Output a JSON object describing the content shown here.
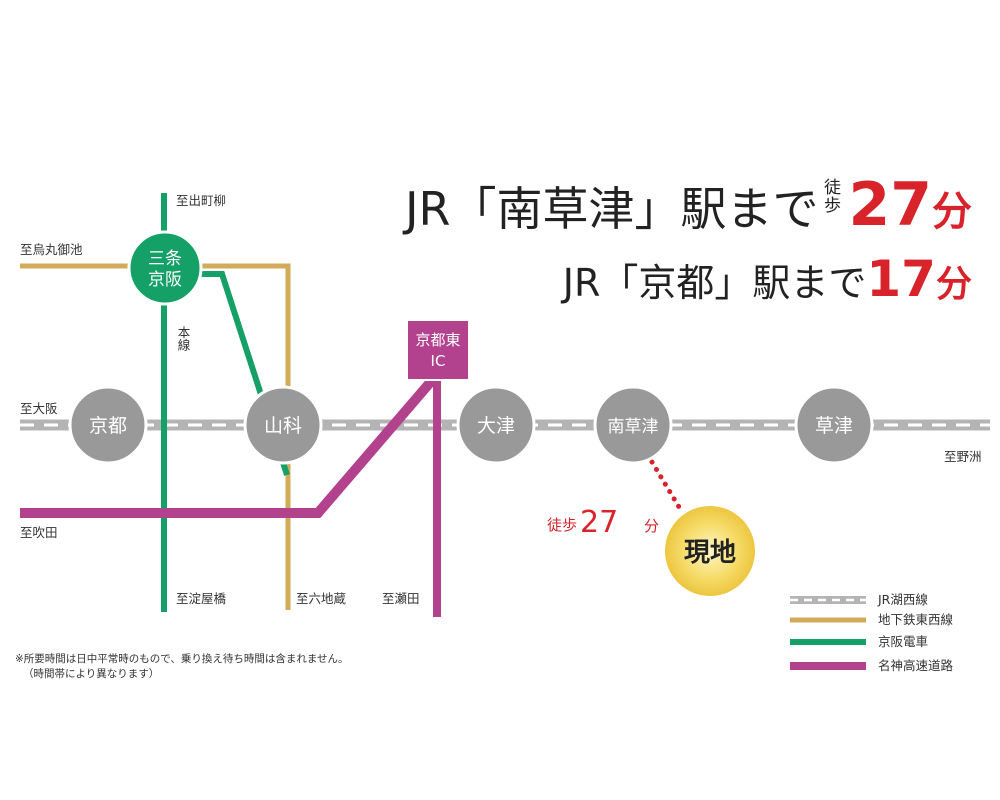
{
  "headline": {
    "line1": {
      "prefix": "JR「南草津」駅まで",
      "walk": "徒歩",
      "number": "27",
      "unit": "分"
    },
    "line2": {
      "prefix": "JR「京都」駅まで",
      "number": "17",
      "unit": "分"
    }
  },
  "stations": {
    "sanjo_keihan": [
      "三条",
      "京阪"
    ],
    "kyoto": "京都",
    "yamashina": "山科",
    "otsu": "大津",
    "minami_kusatsu": "南草津",
    "kusatsu": "草津",
    "kyoto_higashi_ic": [
      "京都東",
      "IC"
    ]
  },
  "directions": {
    "demachiyanagi": "至出町柳",
    "karasuma_oike": "至烏丸御池",
    "osaka": "至大阪",
    "suita": "至吹田",
    "yodoyabashi": "至淀屋橋",
    "rokujizo": "至六地蔵",
    "seta": "至瀬田",
    "yasu": "至野洲"
  },
  "keihan_main_line": "本線",
  "walk": {
    "label": "徒歩",
    "number": "27",
    "unit": "分"
  },
  "site_label": "現地",
  "legend": [
    {
      "label": "JR湖西線",
      "style": "jr"
    },
    {
      "label": "地下鉄東西線",
      "color": "#d2ab5a"
    },
    {
      "label": "京阪電車",
      "color": "#14a066"
    },
    {
      "label": "名神高速道路",
      "color": "#b2418e"
    }
  ],
  "note": [
    "※所要時間は日中平常時のもので、乗り換え待ち時間は含まれません。",
    "（時間帯により異なります）"
  ],
  "colors": {
    "jr": "#b4b4b4",
    "subway": "#d2ab5a",
    "keihan": "#14a066",
    "meishin": "#b2418e",
    "station": "#999999",
    "accent": "#d8232a",
    "site": "#f3d65a"
  }
}
